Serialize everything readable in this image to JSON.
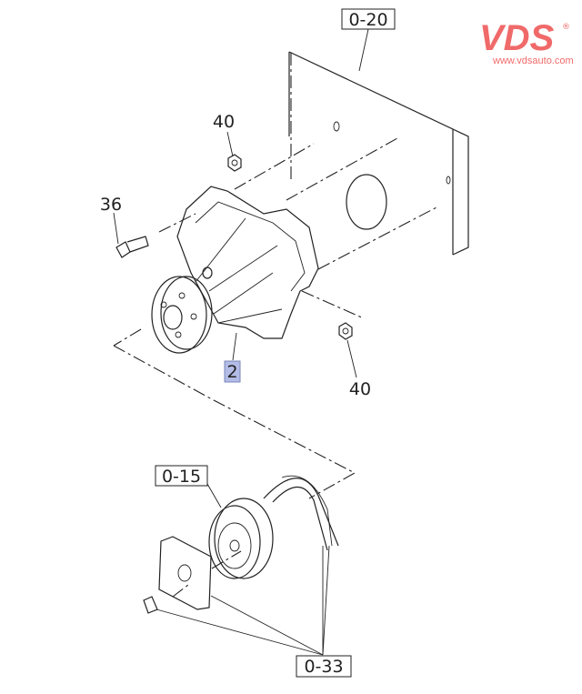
{
  "logo": {
    "brand": "VDS",
    "registered": "®",
    "url": "www.vdsauto.com",
    "color": "#f06a6a"
  },
  "callouts": {
    "plate_ref": "0-20",
    "nut_top": "40",
    "bolt": "36",
    "water_pump": "2",
    "nut_bottom": "40",
    "pulley_ref": "0-15",
    "belt_ref": "0-33"
  },
  "colors": {
    "highlight": "#b3bce6",
    "highlight_border": "#7a86b8",
    "line": "#222222"
  }
}
